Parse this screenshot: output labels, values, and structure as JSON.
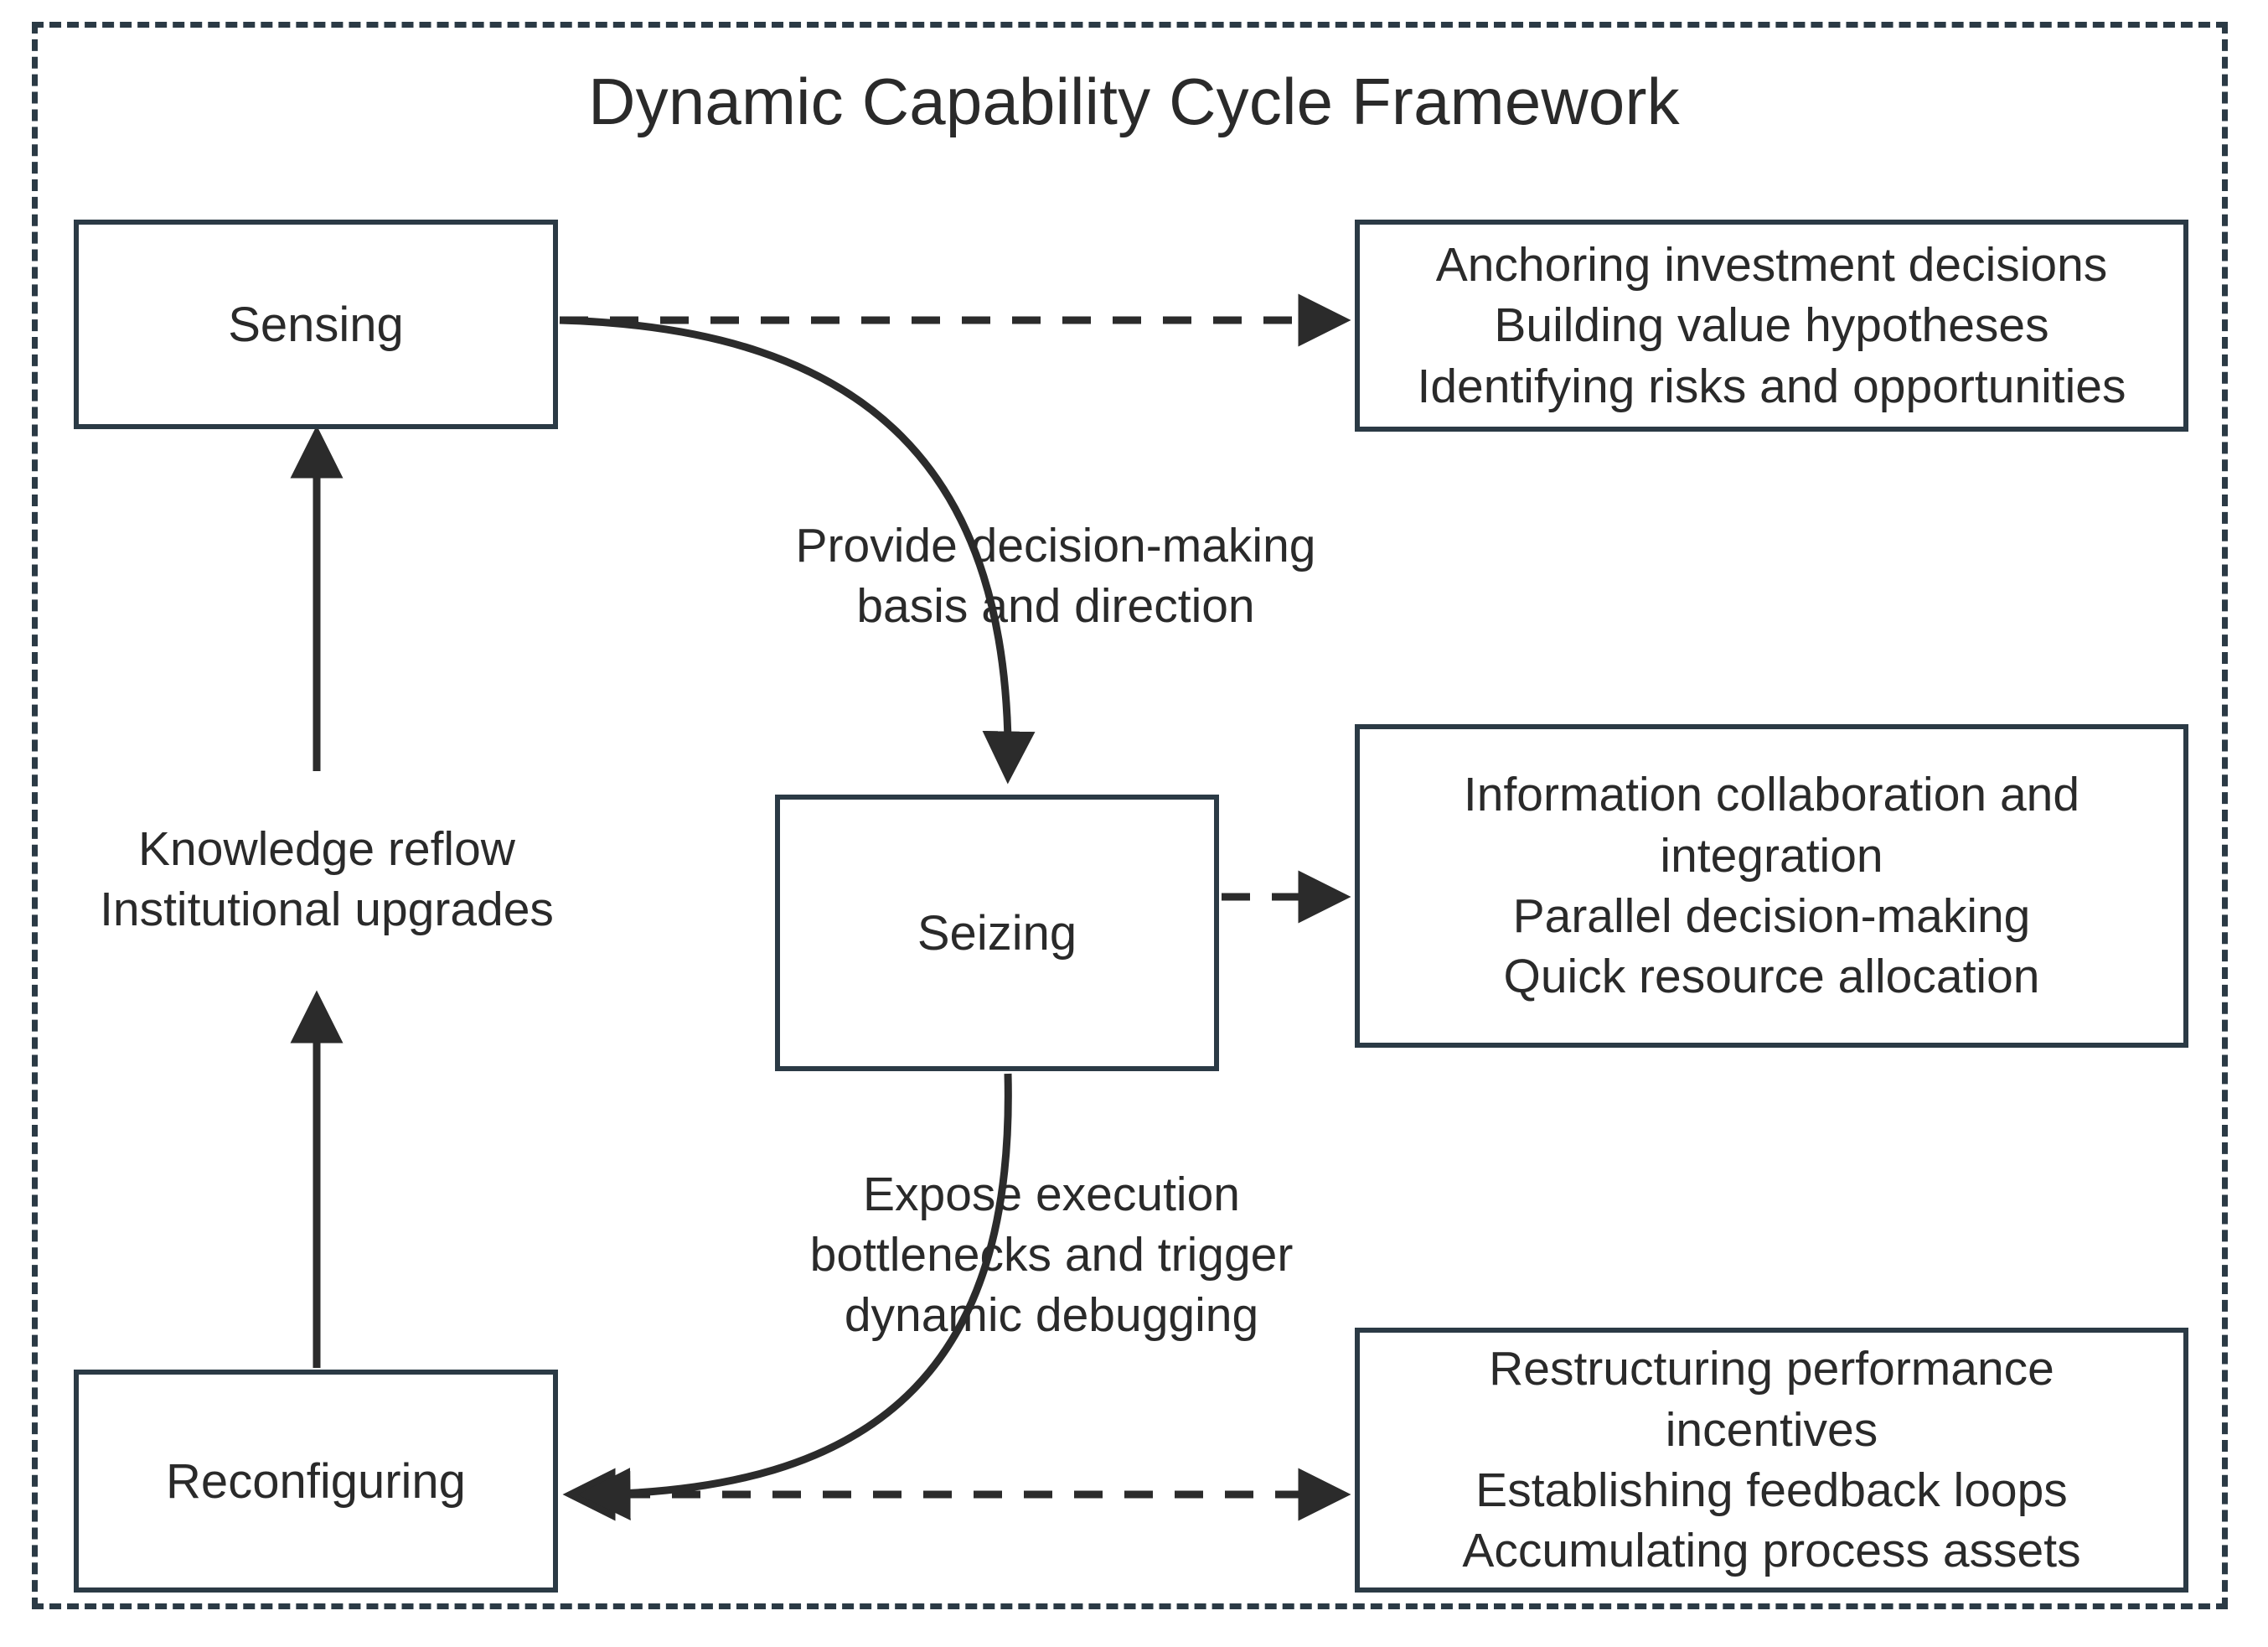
{
  "diagram": {
    "title": "Dynamic Capability Cycle Framework",
    "frame_style": "dashed",
    "accent_color": "#2b3a45",
    "text_color": "#2a2a2a",
    "background_color": "#ffffff"
  },
  "nodes": {
    "sensing": {
      "label": "Sensing"
    },
    "seizing": {
      "label": "Seizing"
    },
    "reconfiguring": {
      "label": "Reconfiguring"
    }
  },
  "detail_boxes": {
    "sensing": {
      "lines": [
        "Anchoring investment decisions",
        "Building value hypotheses",
        "Identifying risks and opportunities"
      ]
    },
    "seizing": {
      "lines": [
        "Information collaboration and",
        "integration",
        "Parallel decision-making",
        "Quick resource allocation"
      ]
    },
    "reconfiguring": {
      "lines": [
        "Restructuring performance",
        "incentives",
        "Establishing feedback loops",
        "Accumulating process assets"
      ]
    }
  },
  "edge_labels": {
    "sensing_to_seizing": "Provide decision-making\nbasis and direction",
    "seizing_to_reconfiguring": "Expose execution\nbottlenecks and trigger\ndynamic debugging",
    "reconfiguring_to_sensing": "Knowledge reflow\nInstitutional upgrades"
  }
}
